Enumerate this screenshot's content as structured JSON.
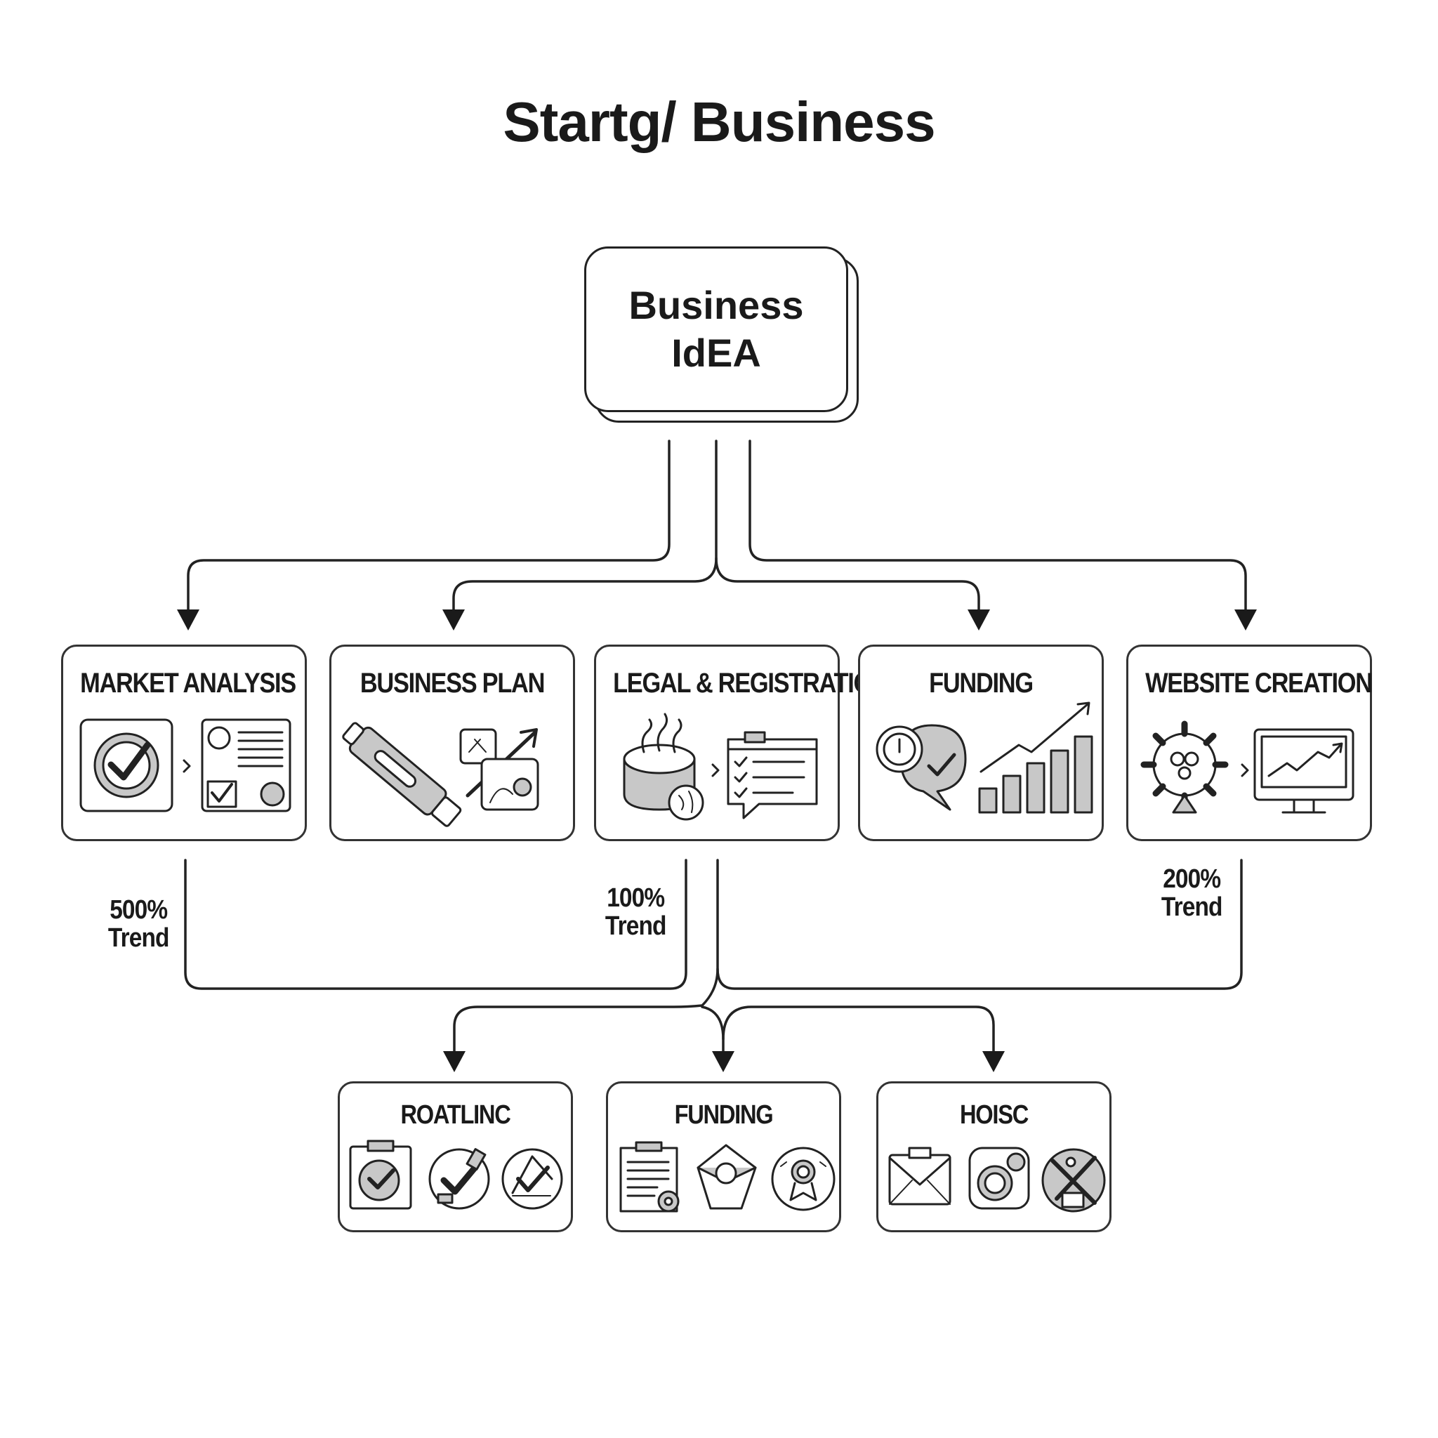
{
  "diagram": {
    "title": "Startg/ Business",
    "root": {
      "label": "Business\nIdEA"
    },
    "stage_one": [
      {
        "id": "market",
        "label": "MARKET ANALYSIS"
      },
      {
        "id": "plan",
        "label": "BUSINESS PLAN"
      },
      {
        "id": "legal",
        "label": "LEGAL & REGISTRATION"
      },
      {
        "id": "funding",
        "label": "FUNDING"
      },
      {
        "id": "website",
        "label": "WEBSITE CREATION"
      }
    ],
    "trends": [
      {
        "value": "500%",
        "label": "Trend"
      },
      {
        "value": "100%",
        "label": "Trend"
      },
      {
        "value": "200%",
        "label": "Trend"
      }
    ],
    "stage_two": [
      {
        "id": "routing",
        "label": "ROATLINC"
      },
      {
        "id": "funding2",
        "label": "FUNDING"
      },
      {
        "id": "hoisc",
        "label": "HOISC"
      }
    ],
    "colors": {
      "stroke": "#222222",
      "icon_fill": "#c8c8c8",
      "background": "#ffffff"
    }
  }
}
